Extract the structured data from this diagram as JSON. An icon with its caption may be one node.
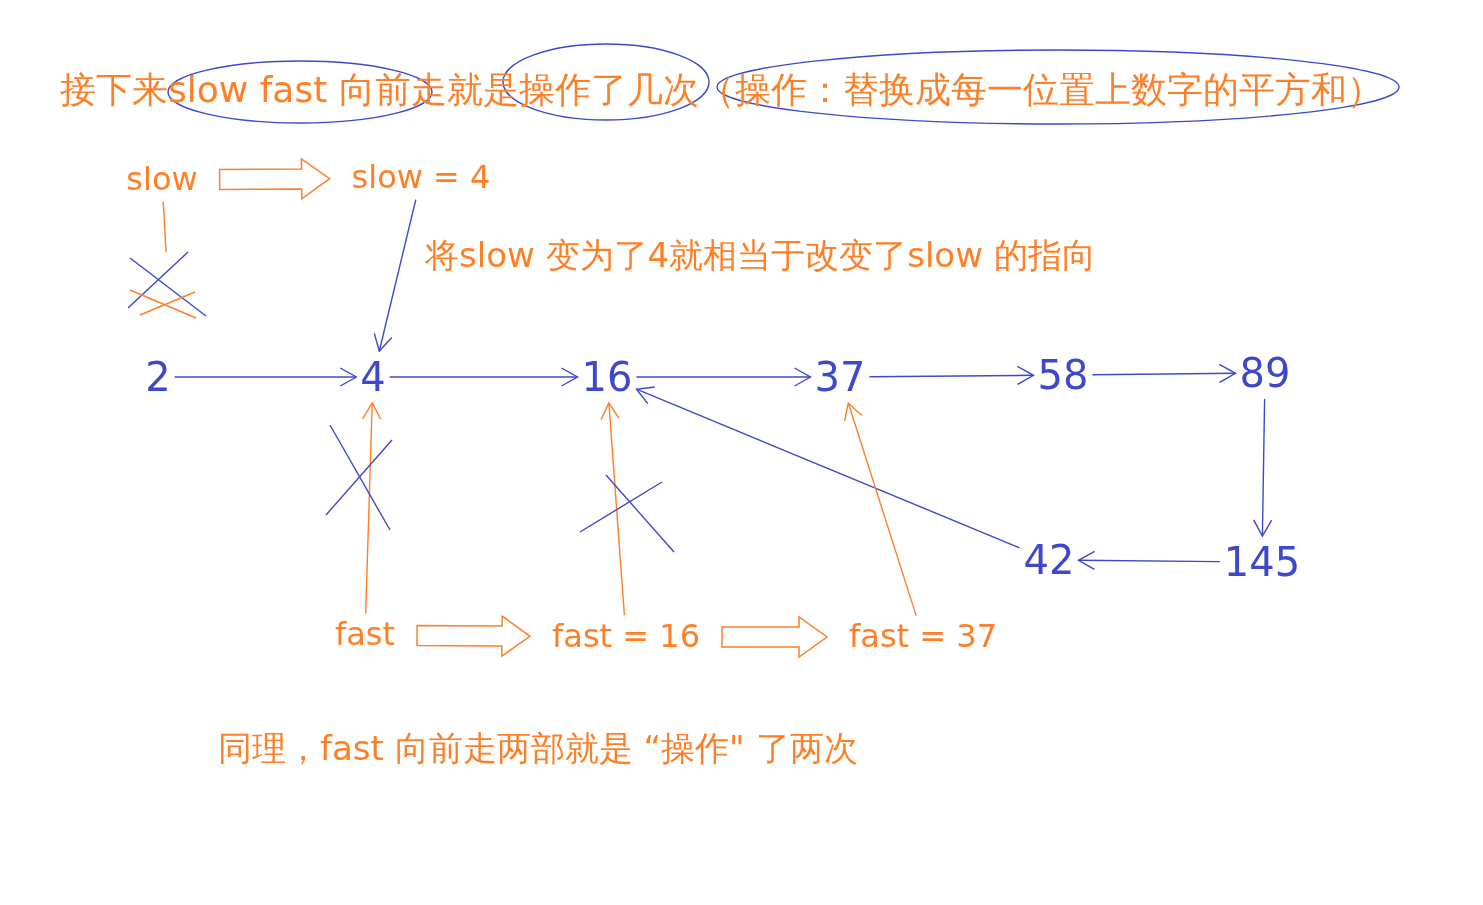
{
  "diagram": {
    "nodes": [
      {
        "text": [
          "2"
        ]
      },
      {
        "text": [
          "4"
        ]
      },
      {
        "text": [
          "16"
        ]
      },
      {
        "text": [
          "37"
        ]
      },
      {
        "text": [
          "58"
        ]
      },
      {
        "text": [
          "89"
        ]
      },
      {
        "text": [
          "145"
        ]
      },
      {
        "text": [
          "42"
        ]
      },
      {
        "text": [
          "slow"
        ]
      },
      {
        "text": [
          "slow = 4"
        ]
      },
      {
        "text": [
          "fast"
        ]
      },
      {
        "text": [
          "fast = 16"
        ]
      },
      {
        "text": [
          "fast = 37"
        ]
      },
      {
        "text": [],
        "shape": "cross"
      }
    ],
    "edges": [
      {
        "from": 0,
        "to": 1,
        "arrow": "to"
      },
      {
        "from": 1,
        "to": 2,
        "arrow": "to"
      },
      {
        "from": 2,
        "to": 3,
        "arrow": "to"
      },
      {
        "from": 3,
        "to": 4,
        "arrow": "to"
      },
      {
        "from": 4,
        "to": 5,
        "arrow": "to"
      },
      {
        "from": 5,
        "to": 6,
        "arrow": "to"
      },
      {
        "from": 6,
        "to": 7,
        "arrow": "to"
      },
      {
        "from": 7,
        "to": 2,
        "arrow": "to"
      },
      {
        "from": 9,
        "to": 1,
        "arrow": "to"
      },
      {
        "from": 8,
        "to": 13,
        "arrow": "none",
        "color": "#ff7f27"
      },
      {
        "from": 10,
        "to": 1,
        "arrow": "to",
        "color": "#ff7f27"
      },
      {
        "from": 11,
        "to": 2,
        "arrow": "to",
        "color": "#ff7f27"
      },
      {
        "from": 12,
        "to": 3,
        "arrow": "to",
        "color": "#ff7f27"
      },
      {
        "from": 8,
        "to": 9,
        "arrow": "to",
        "style": "thick",
        "color": "#ff7f27"
      },
      {
        "from": 10,
        "to": 11,
        "arrow": "to",
        "style": "thick",
        "color": "#ff7f27"
      },
      {
        "from": 11,
        "to": 12,
        "arrow": "to",
        "style": "thick",
        "color": "#ff7f27"
      }
    ],
    "labels": [
      "接下来slow fast 向前走就是操作了几次（操作：替换成每一位置上数字的平方和）",
      "将slow 变为了4就相当于改变了slow 的指向",
      "同理，fast 向前走两部就是 “操作\" 了两次"
    ]
  }
}
